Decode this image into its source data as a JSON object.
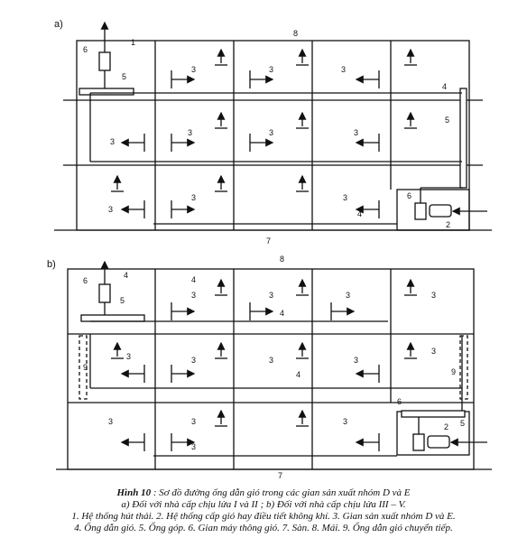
{
  "diagram": {
    "panel_a_label": "a)",
    "panel_b_label": "b)",
    "labels": {
      "n1": "1",
      "n2": "2",
      "n3": "3",
      "n4": "4",
      "n5": "5",
      "n6": "6",
      "n7": "7",
      "n8": "8",
      "n9": "9"
    }
  },
  "caption": {
    "title_prefix": "Hình 10",
    "title_rest": " : Sơ đồ đường ống dẫn gió trong các gian sản xuất nhóm D và E",
    "line2": "a) Đối với nhà cấp chịu lửa I và II ; b) Đối với nhà cấp chịu lửa III – V.",
    "line3": "1. Hệ thống hút thải. 2. Hệ thống cấp gió hay điều tiết không khí. 3. Gian sản xuất nhóm D và E.",
    "line4": "4. Ống dẫn gió. 5. Ống góp. 6. Gian máy thông gió. 7. Sàn. 8. Mái. 9. Ống dẫn gió chuyển tiếp."
  }
}
